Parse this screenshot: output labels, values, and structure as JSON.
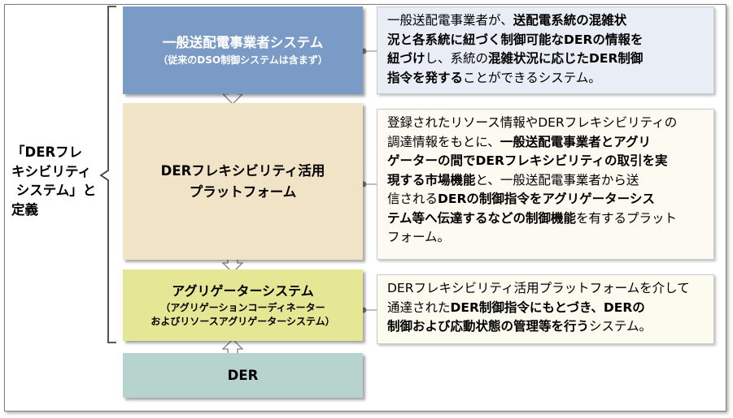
{
  "definition_label": [
    "「DERフレ",
    "キシビリティ",
    " システム」と",
    "定義"
  ],
  "layers": [
    {
      "id": "dso",
      "title": "一般送配電事業者システム",
      "subtitle": [
        "（従来のDSO制御システムは含まず）"
      ],
      "fill": "#7b9bc7",
      "text_color": "#ffffff",
      "description": [
        [
          {
            "t": "一般送配電事業者が、",
            "b": false
          },
          {
            "t": "送配電系統の混雑状",
            "b": true
          }
        ],
        [
          {
            "t": "況と各系統に紐づく制御可能なDERの情報を",
            "b": true
          }
        ],
        [
          {
            "t": "紐づけ",
            "b": true
          },
          {
            "t": "し、系統の",
            "b": false
          },
          {
            "t": "混雑状況に応じたDER制御",
            "b": true
          }
        ],
        [
          {
            "t": "指令を発する",
            "b": true
          },
          {
            "t": "ことができるシステム。",
            "b": false
          }
        ]
      ],
      "desc_fill": "#e9eef6"
    },
    {
      "id": "platform",
      "title": [
        "DERフレキシビリティ活用",
        "プラットフォーム"
      ],
      "subtitle": [],
      "fill": "#f1e3c6",
      "text_color": "#000000",
      "description": [
        [
          {
            "t": "登録されたリソース情報やDERフレキシビリティの",
            "b": false
          }
        ],
        [
          {
            "t": "調達情報をもとに、",
            "b": false
          },
          {
            "t": "一般送配電事業者とアグリ",
            "b": true
          }
        ],
        [
          {
            "t": "ゲーターの間でDERフレキシビリティの取引を実",
            "b": true
          }
        ],
        [
          {
            "t": "現する市場機能",
            "b": true
          },
          {
            "t": "と、一般送配電事業者から送",
            "b": false
          }
        ],
        [
          {
            "t": "信される",
            "b": false
          },
          {
            "t": "DERの制御指令をアグリゲーターシス",
            "b": true
          }
        ],
        [
          {
            "t": "テム等へ伝達するなどの制御機能",
            "b": true
          },
          {
            "t": "を有するプラット",
            "b": false
          }
        ],
        [
          {
            "t": "フォーム。",
            "b": false
          }
        ]
      ],
      "desc_fill": "#fdfaf2"
    },
    {
      "id": "aggregator",
      "title": "アグリゲーターシステム",
      "subtitle": [
        "（アグリゲーションコーディネーター",
        "およびリソースアグリゲーターシステム）"
      ],
      "fill": "#e5e794",
      "text_color": "#000000",
      "description": [
        [
          {
            "t": "DERフレキシビリティ活用プラットフォームを介して",
            "b": false
          }
        ],
        [
          {
            "t": "通達された",
            "b": false
          },
          {
            "t": "DER制御指令にもとづき、DERの",
            "b": true
          }
        ],
        [
          {
            "t": "制御および応動状態の管理等を行う",
            "b": true
          },
          {
            "t": "システム。",
            "b": false
          }
        ]
      ],
      "desc_fill": "#fbfbf0"
    },
    {
      "id": "der",
      "title": "DER",
      "subtitle": [],
      "fill": "#b6d3cd",
      "text_color": "#000000",
      "description": [],
      "desc_fill": ""
    }
  ]
}
